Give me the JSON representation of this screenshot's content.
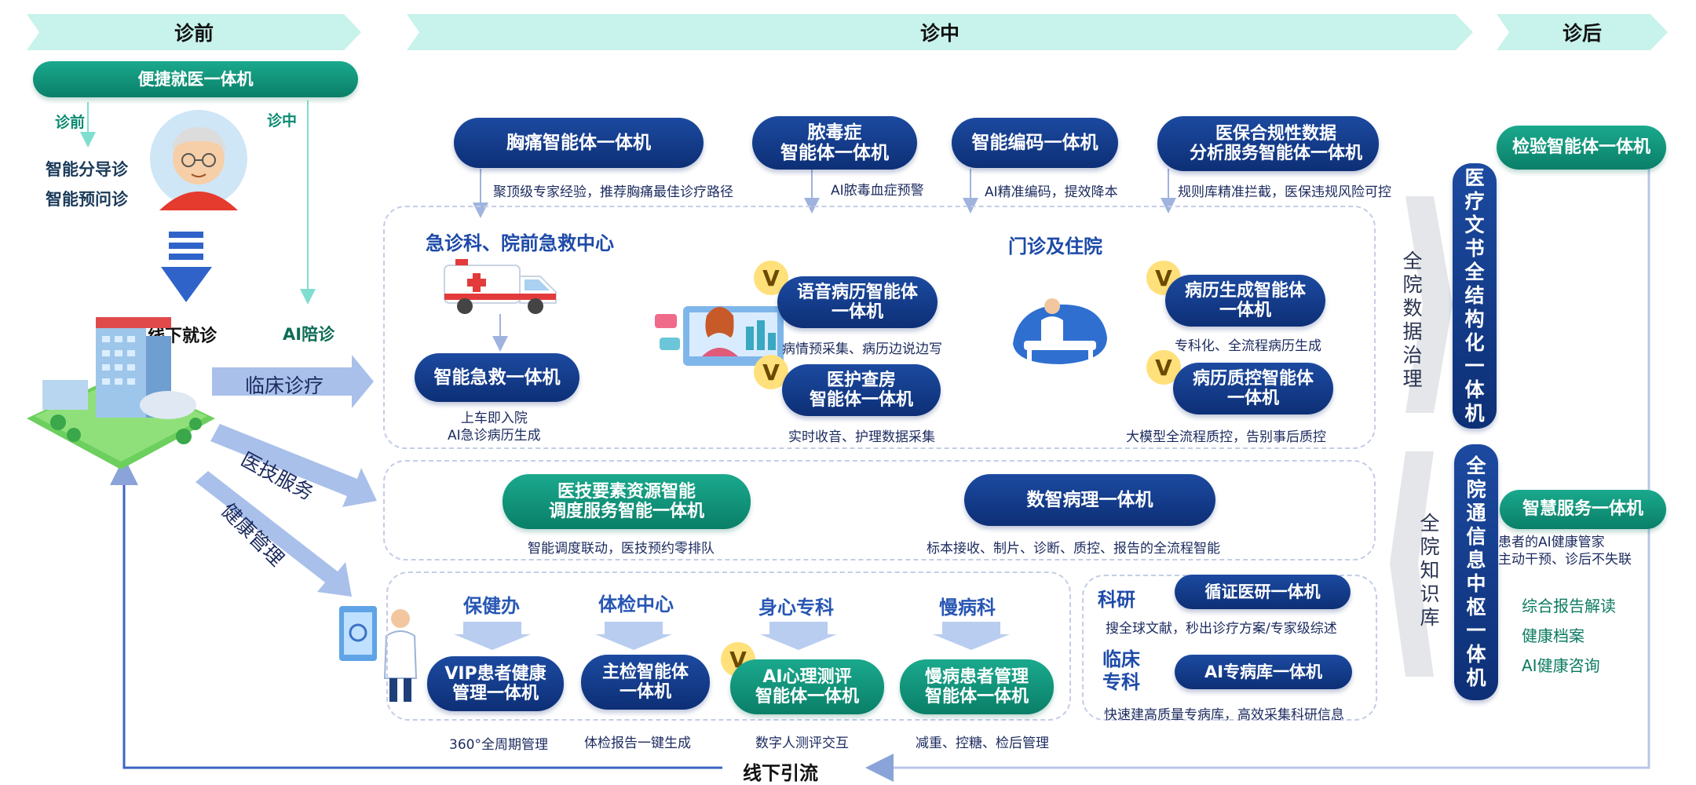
{
  "phases": {
    "pre": "诊前",
    "during": "诊中",
    "post": "诊后"
  },
  "left": {
    "kiosk": "便捷就医一体机",
    "label_pre": "诊前",
    "label_during": "诊中",
    "triage": "智能分导诊",
    "pre_inquiry": "智能预问诊",
    "offline_visit": "线下就诊",
    "ai_accompany": "AI陪诊",
    "flow_clinical": "临床诊疗",
    "flow_medtech": "医技服务",
    "flow_health": "健康管理",
    "offline_guide": "线下引流"
  },
  "top": [
    {
      "title": "胸痛智能体一体机",
      "caption": "聚顶级专家经验，推荐胸痛最佳诊疗路径"
    },
    {
      "title": "脓毒症\n智能体一体机",
      "caption": "AI脓毒血症预警"
    },
    {
      "title": "智能编码一体机",
      "caption": "AI精准编码，提效降本"
    },
    {
      "title": "医保合规性数据\n分析服务智能体一体机",
      "caption": "规则库精准拦截，医保违规风险可控"
    }
  ],
  "emergency": {
    "heading": "急诊科、院前急救中心",
    "machine": "智能急救一体机",
    "caption": "上车即入院\nAI急诊病历生成"
  },
  "voice": {
    "title": "语音病历智能体\n一体机",
    "caption": "病情预采集、病历边说边写"
  },
  "rounds": {
    "title": "医护查房\n智能体一体机",
    "caption": "实时收音、护理数据采集"
  },
  "outpatient": {
    "heading": "门诊及住院"
  },
  "record_gen": {
    "title": "病历生成智能体\n一体机",
    "caption": "专科化、全流程病历生成"
  },
  "record_qc": {
    "title": "病历质控智能体\n一体机",
    "caption": "大模型全流程质控，告别事后质控"
  },
  "badge": "V",
  "medtech": {
    "title": "医技要素资源智能\n调度服务智能一体机",
    "caption": "智能调度联动，医技预约零排队",
    "pathology": "数智病理一体机",
    "pathology_caption": "标本接收、制片、诊断、质控、报告的全流程智能"
  },
  "health": [
    {
      "dept": "保健办",
      "title": "VIP患者健康\n管理一体机",
      "caption": "360°全周期管理"
    },
    {
      "dept": "体检中心",
      "title": "主检智能体\n一体机",
      "caption": "体检报告一键生成"
    },
    {
      "dept": "身心专科",
      "title": "AI心理测评\n智能体一体机",
      "caption": "数字人测评交互"
    },
    {
      "dept": "慢病科",
      "title": "慢病患者管理\n智能体一体机",
      "caption": "减重、控糖、检后管理"
    }
  ],
  "research": {
    "label": "科研",
    "title": "循证医研一体机",
    "caption": "搜全球文献，秒出诊疗方案/专家级综述",
    "label2": "临床\n专科",
    "title2": "AI专病库一体机",
    "caption2": "快速建高质量专病库，高效采集科研信息"
  },
  "right": {
    "data_gov": [
      "全",
      "院",
      "数",
      "据",
      "治",
      "理"
    ],
    "doc_struct": [
      "医",
      "疗",
      "文",
      "书",
      "全",
      "结",
      "构",
      "化",
      "一",
      "体",
      "机"
    ],
    "knowledge": [
      "全",
      "院",
      "知",
      "识",
      "库"
    ],
    "hub": [
      "全",
      "院",
      "通",
      "信",
      "息",
      "中",
      "枢",
      "一",
      "体",
      "机"
    ],
    "lab": "检验智能体一体机",
    "smart_service": "智慧服务一体机",
    "service_desc": "患者的AI健康管家\n主动干预、诊后不失联",
    "items": [
      "综合报告解读",
      "健康档案",
      "AI健康咨询"
    ]
  }
}
